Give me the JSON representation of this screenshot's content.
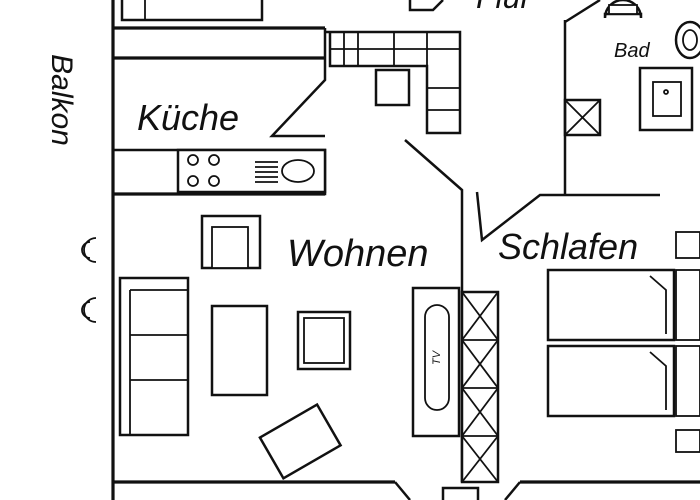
{
  "rooms": {
    "balcony": "Balkon",
    "kitchen": "Küche",
    "living": "Wohnen",
    "bedroom": "Schlafen",
    "bath": "Bad",
    "hall": "Flur"
  },
  "labels": {
    "tv": "TV"
  }
}
